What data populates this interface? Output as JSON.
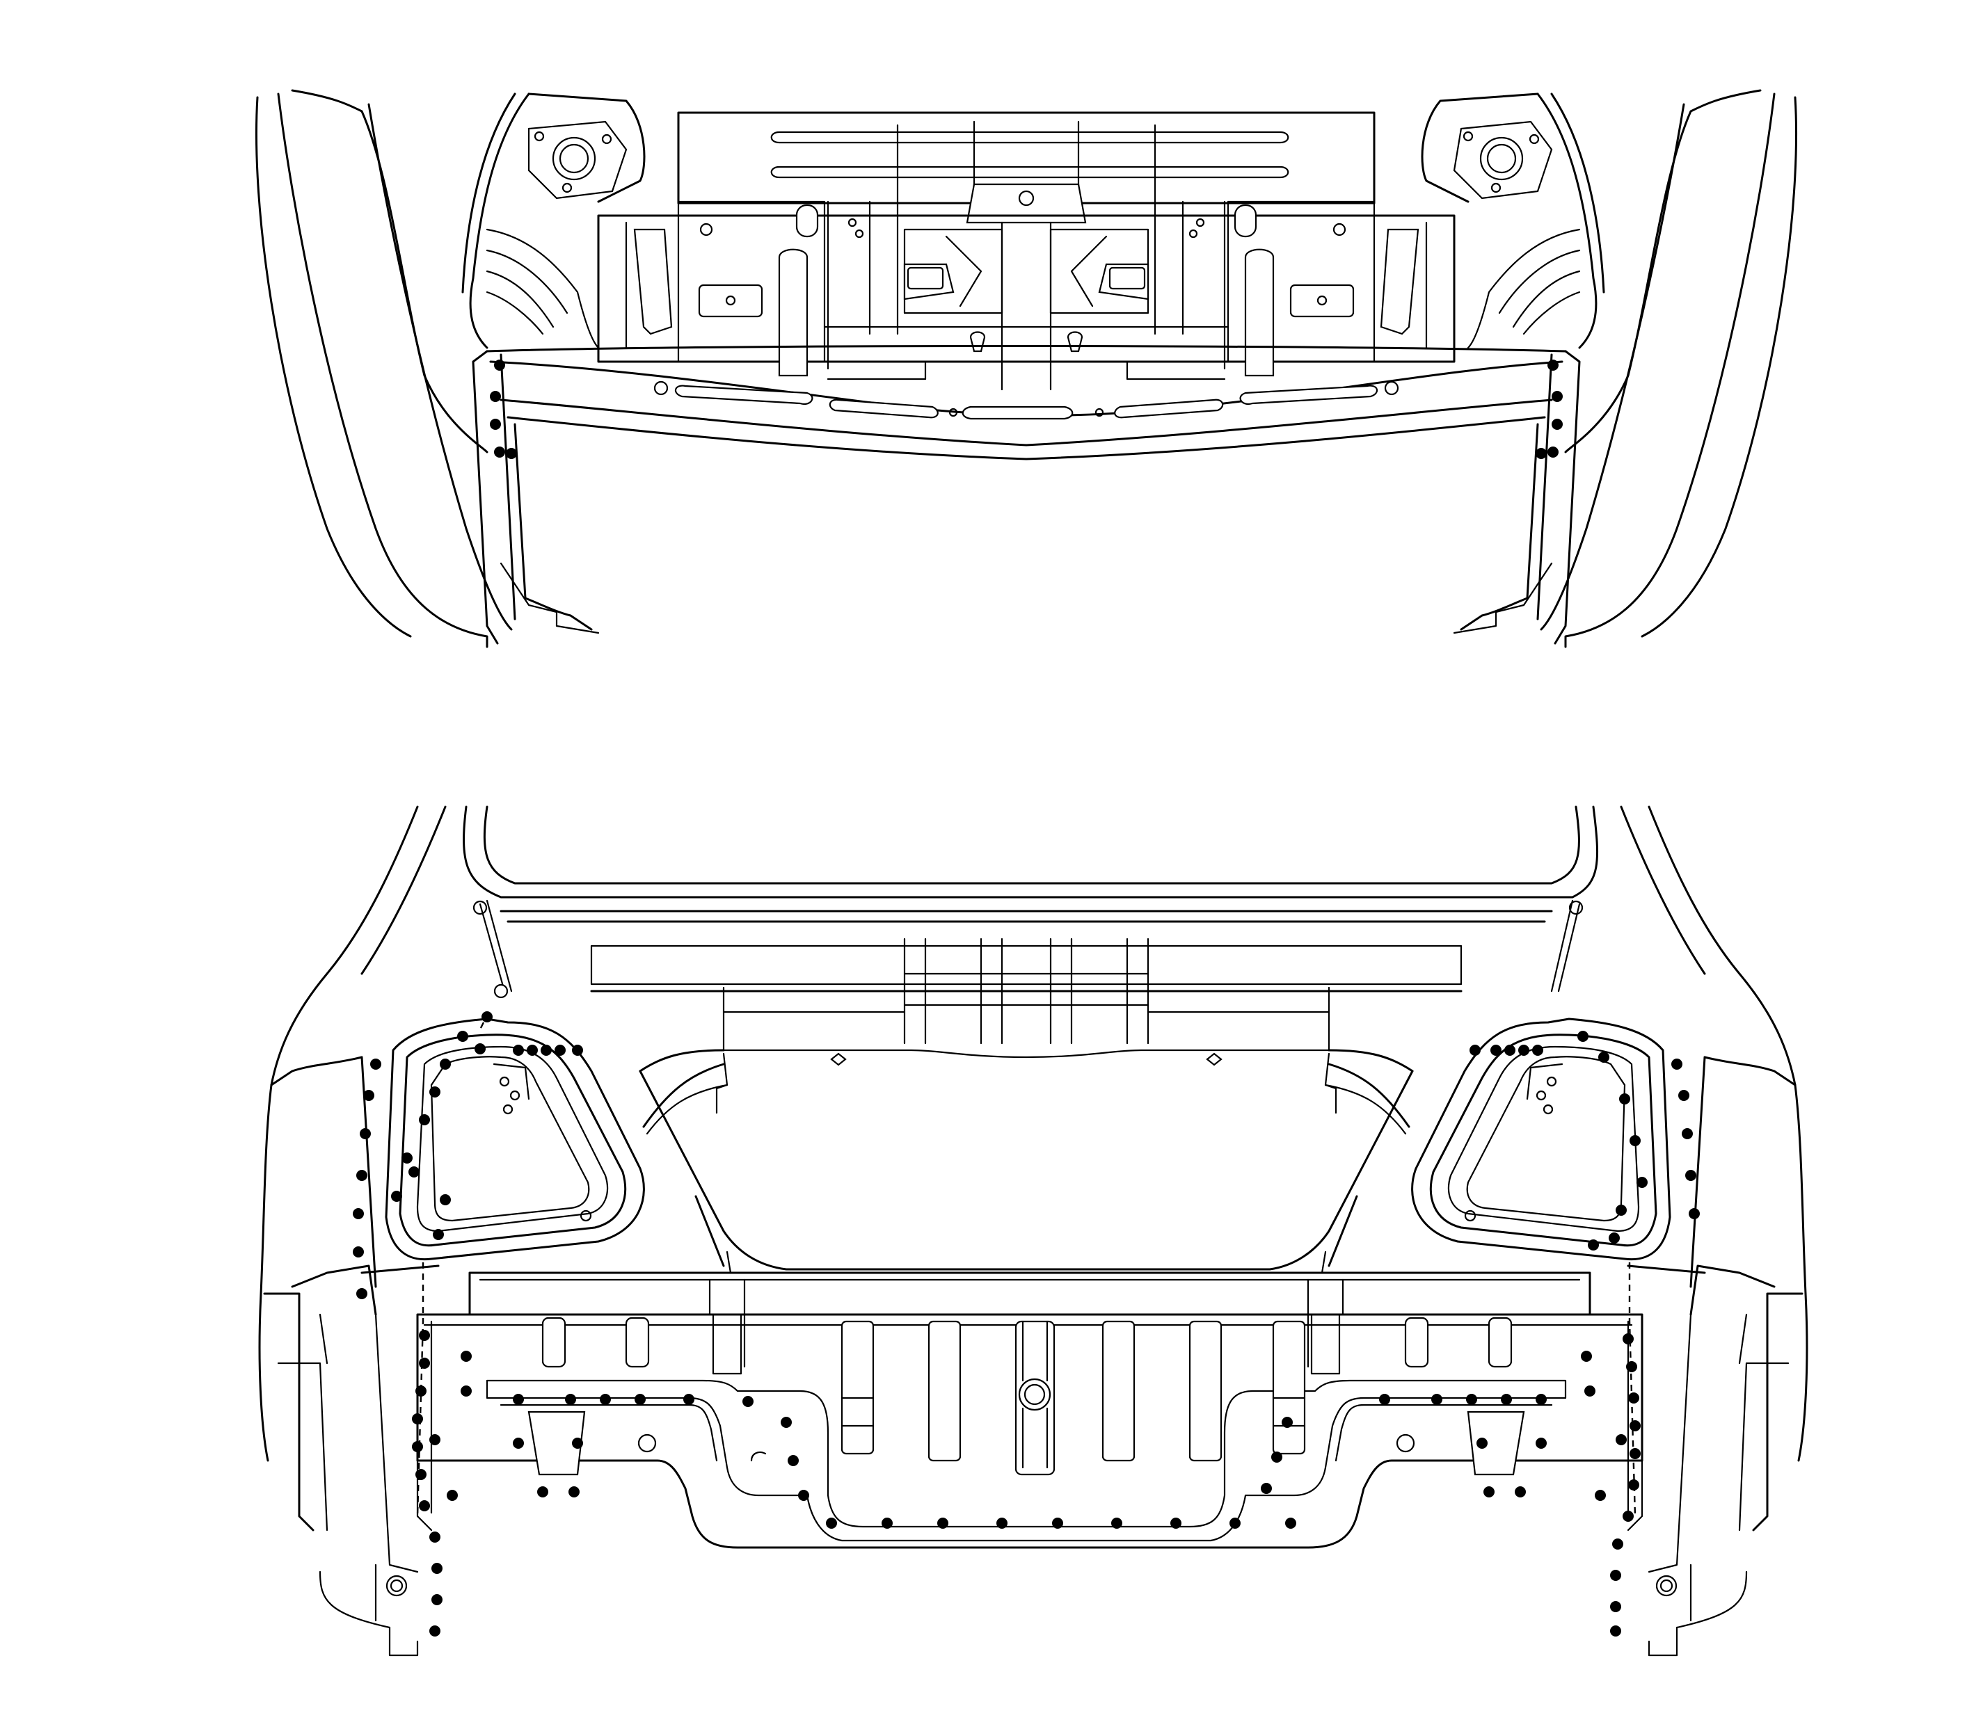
{
  "figure": {
    "description_text": "",
    "line_color": "#000000",
    "background_color": "#ffffff",
    "weld_marker_color": "#000000",
    "views": [
      {
        "name": "rear-upper-view",
        "weld_groups": 2
      },
      {
        "name": "rear-lower-view",
        "weld_groups": 9
      }
    ]
  }
}
